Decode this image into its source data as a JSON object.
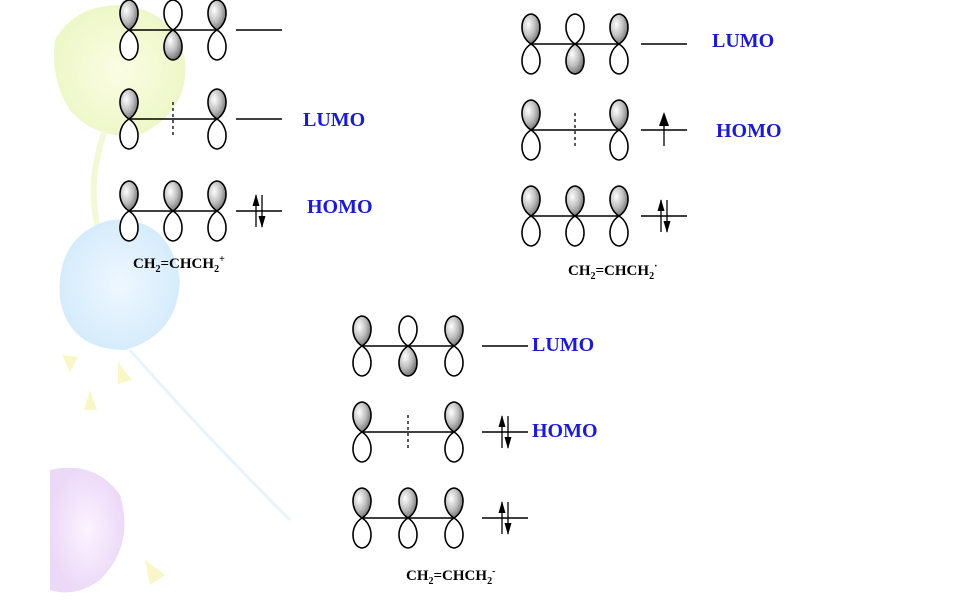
{
  "diagrams": [
    {
      "formula": {
        "pre": "CH",
        "s1": "2",
        "mid": "=CHCH",
        "s2": "2",
        "charge": "+"
      },
      "levels": [
        {
          "label": "",
          "electrons": "none",
          "phases": [
            "up",
            "down",
            "up"
          ],
          "node": false
        },
        {
          "label": "LUMO",
          "electrons": "none",
          "phases": [
            "up",
            "none",
            "up"
          ],
          "node": true
        },
        {
          "label": "HOMO",
          "electrons": "pair",
          "phases": [
            "up",
            "up",
            "up"
          ],
          "node": false
        }
      ]
    },
    {
      "formula": {
        "pre": "CH",
        "s1": "2",
        "mid": "=CHCH",
        "s2": "2",
        "charge": "·"
      },
      "levels": [
        {
          "label": "LUMO",
          "electrons": "none",
          "phases": [
            "up",
            "down",
            "up"
          ],
          "node": false
        },
        {
          "label": "HOMO",
          "electrons": "single",
          "phases": [
            "up",
            "none",
            "up"
          ],
          "node": true
        },
        {
          "label": "",
          "electrons": "pair",
          "phases": [
            "up",
            "up",
            "up"
          ],
          "node": false
        }
      ]
    },
    {
      "formula": {
        "pre": "CH",
        "s1": "2",
        "mid": "=CHCH",
        "s2": "2",
        "charge": "-"
      },
      "levels": [
        {
          "label": "LUMO",
          "electrons": "none",
          "phases": [
            "up",
            "down",
            "up"
          ],
          "node": false
        },
        {
          "label": "HOMO",
          "electrons": "pair",
          "phases": [
            "up",
            "none",
            "up"
          ],
          "node": true
        },
        {
          "label": "",
          "electrons": "pair",
          "phases": [
            "up",
            "up",
            "up"
          ],
          "node": false
        }
      ]
    }
  ],
  "colors": {
    "label": "#1c1ccc",
    "orbital_stroke": "#000000"
  }
}
